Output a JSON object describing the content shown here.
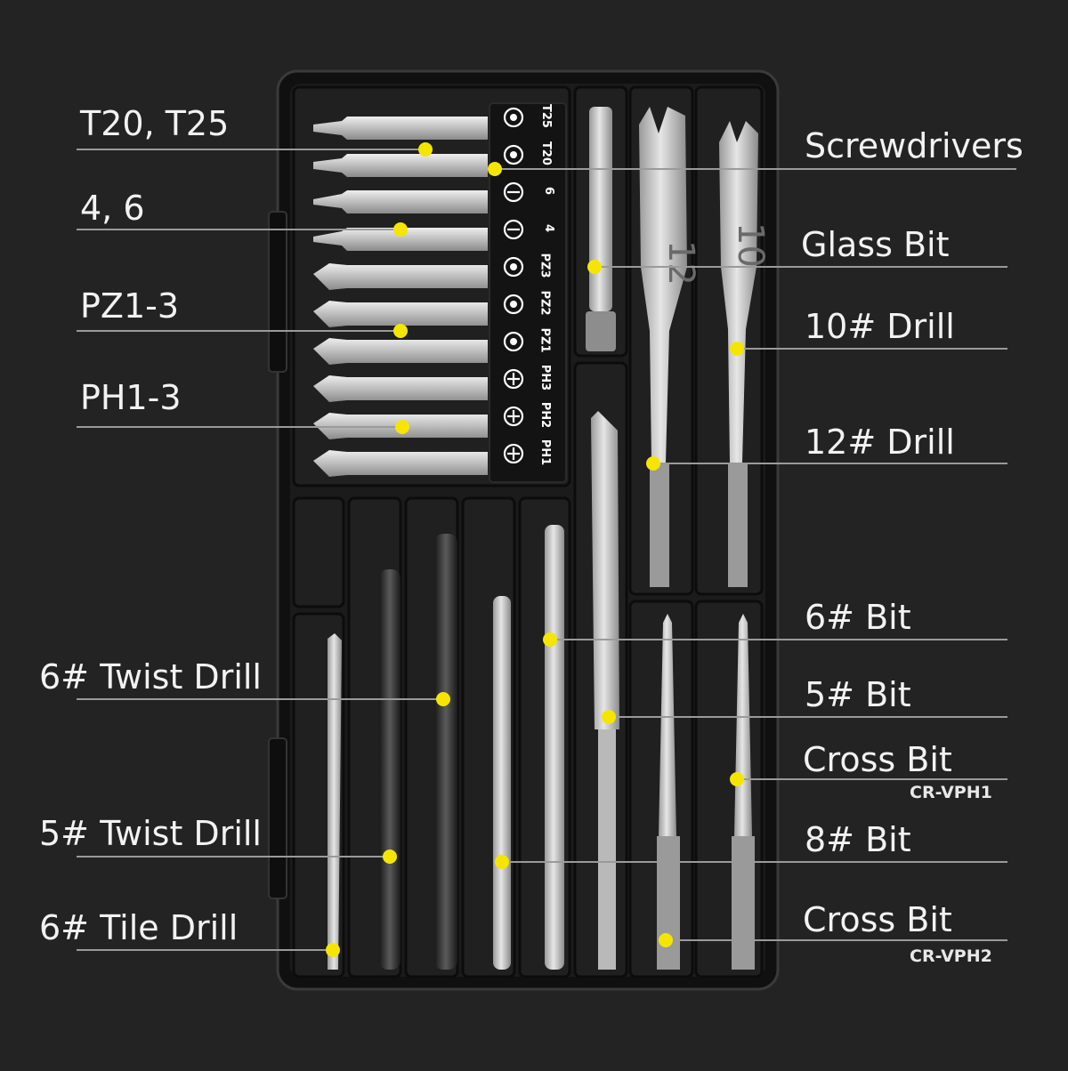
{
  "labels_left": {
    "t20_t25": "T20, T25",
    "slotted": "4, 6",
    "pozidriv": "PZ1-3",
    "phillips": "PH1-3",
    "twist6": "6# Twist Drill",
    "twist5": "5# Twist Drill",
    "tile6": "6# Tile Drill"
  },
  "labels_right": {
    "screwdrivers": "Screwdrivers",
    "glass_bit": "Glass Bit",
    "drill10": "10# Drill",
    "drill12": "12# Drill",
    "bit6": "6# Bit",
    "bit5": "5# Bit",
    "cross_bit_1": "Cross Bit",
    "cross_bit_1_code": "CR-VPH1",
    "bit8": "8# Bit",
    "cross_bit_2": "Cross Bit",
    "cross_bit_2_code": "CR-VPH2"
  },
  "bit_card_markings": [
    "T25",
    "T20",
    "6",
    "4",
    "PZ3",
    "PZ2",
    "PZ1",
    "PH3",
    "PH2",
    "PH1"
  ],
  "spade_numbers": {
    "left": "12",
    "right": "10"
  },
  "colors": {
    "background": "#232323",
    "tray": "#161616",
    "steel": "#c8c8c8",
    "dot": "#f5e600",
    "leader_line": "#9a9a9a",
    "text": "#f2f2f2"
  }
}
